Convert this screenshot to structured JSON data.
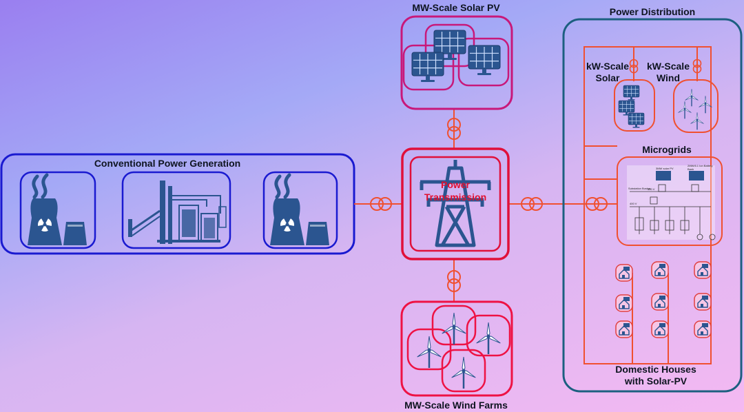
{
  "labels": {
    "conventional": "Conventional Power Generation",
    "solar_pv": "MW-Scale Solar PV",
    "transmission_line1": "Power",
    "transmission_line2": "Transmission",
    "wind_farms": "MW-Scale Wind Farms",
    "distribution": "Power Distribution",
    "kw_solar_line1": "kW-Scale",
    "kw_solar_line2": "Solar",
    "kw_wind_line1": "kW-Scale",
    "kw_wind_line2": "Wind",
    "microgrids": "Microgrids",
    "houses_line1": "Domestic Houses",
    "houses_line2": "with Solar-PV"
  },
  "microgrid_labels": {
    "pv": "3MW solar PV",
    "battery": "2MW/6.1 Ion Battery Bank",
    "substation": "Substation Busbar",
    "bus_a": "400 V",
    "bus_b": "400 V"
  },
  "icons": {
    "conventional": [
      "nuclear-plant-icon",
      "coal-plant-icon",
      "nuclear-plant-icon"
    ],
    "transmission": "transmission-tower-icon",
    "solar": "solar-panel-icon",
    "wind": "wind-turbine-icon",
    "house": "solar-house-icon",
    "transformer": "transformer-icon"
  },
  "colors": {
    "conventional_border": "#1a1ad0",
    "solar_border": "#c8187a",
    "transmission_border": "#e0103a",
    "wind_border": "#ee1244",
    "distribution_border": "#1c5f80",
    "distribution_line": "#f05030",
    "icon_fill": "#2b5590"
  }
}
